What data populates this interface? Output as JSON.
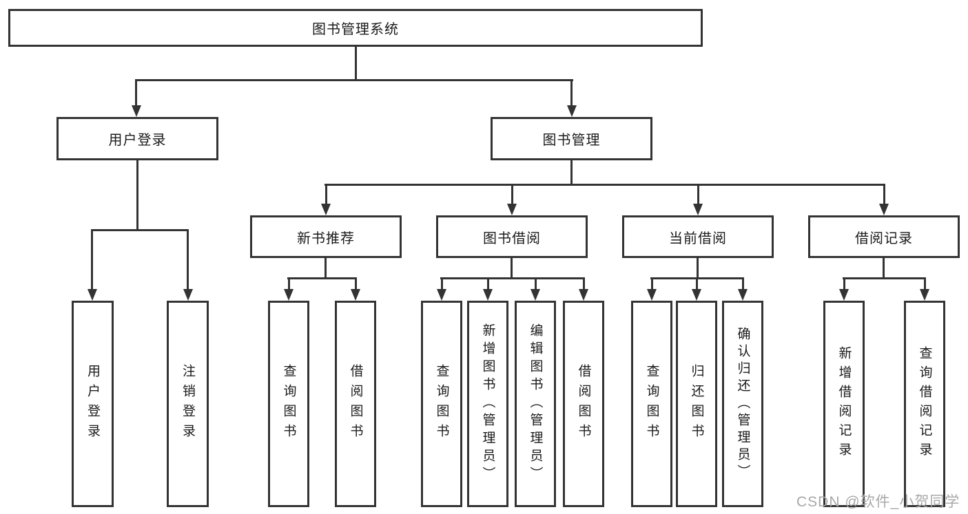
{
  "diagram_title": "图书管理系统",
  "colors": {
    "line": "#333333",
    "text": "#1a1a1a",
    "box_bg": "#ffffff",
    "watermark": "#a8a8a8"
  },
  "root": {
    "label": "图书管理系统"
  },
  "level2": [
    {
      "label": "用户登录",
      "parent": "图书管理系统"
    },
    {
      "label": "图书管理",
      "parent": "图书管理系统"
    }
  ],
  "level3": [
    {
      "label": "新书推荐",
      "parent": "图书管理"
    },
    {
      "label": "图书借阅",
      "parent": "图书管理"
    },
    {
      "label": "当前借阅",
      "parent": "图书管理"
    },
    {
      "label": "借阅记录",
      "parent": "图书管理"
    }
  ],
  "leaves": [
    {
      "label": "用户登录",
      "parent": "用户登录"
    },
    {
      "label": "注销登录",
      "parent": "用户登录"
    },
    {
      "label": "查询图书",
      "parent": "新书推荐"
    },
    {
      "label": "借阅图书",
      "parent": "新书推荐"
    },
    {
      "label": "查询图书",
      "parent": "图书借阅"
    },
    {
      "label": "新增图书（管理员）",
      "parent": "图书借阅"
    },
    {
      "label": "编辑图书（管理员）",
      "parent": "图书借阅"
    },
    {
      "label": "借阅图书",
      "parent": "图书借阅"
    },
    {
      "label": "查询图书",
      "parent": "当前借阅"
    },
    {
      "label": "归还图书",
      "parent": "当前借阅"
    },
    {
      "label": "确认归还（管理员）",
      "parent": "当前借阅"
    },
    {
      "label": "新增借阅记录",
      "parent": "借阅记录"
    },
    {
      "label": "查询借阅记录",
      "parent": "借阅记录"
    }
  ],
  "watermark": {
    "text": "CSDN @软件_小贺同学"
  }
}
